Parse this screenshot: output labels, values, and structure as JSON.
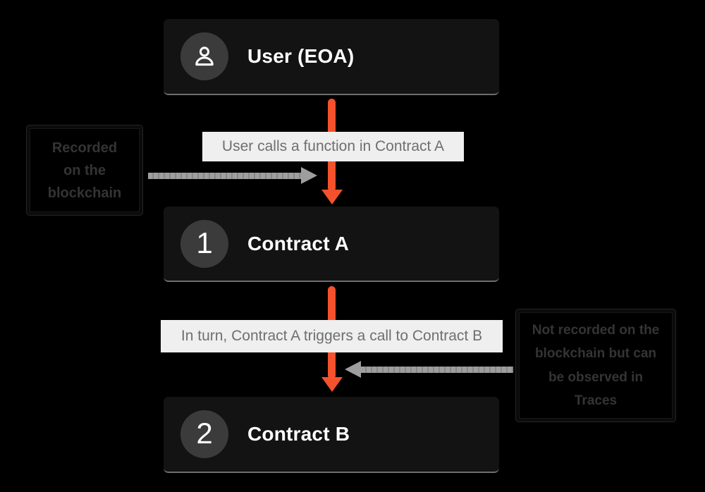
{
  "colors": {
    "page-bg": "#000000",
    "accent": "#F4512D",
    "arrow-gray": "#9E9E9E",
    "strip-bg": "#EFEFEF",
    "strip-text": "#6F6F6F",
    "node-bg": "#131313",
    "node-bottom-edge": "#6E6E6E",
    "node-circle": "#3B3B3B",
    "node-text": "#FFFFFF",
    "callout-text": "#343434",
    "callout-border": "#0B0B0B"
  },
  "nodes": [
    {
      "id": "user-eoa",
      "label": "User (EOA)",
      "icon": "user-icon"
    },
    {
      "id": "contract-a",
      "label": "Contract A",
      "badge": "1"
    },
    {
      "id": "contract-b",
      "label": "Contract B",
      "badge": "2"
    }
  ],
  "edges": [
    {
      "label": "User calls a function in Contract A"
    },
    {
      "label": "In turn, Contract A triggers a call to Contract B"
    }
  ],
  "callouts": [
    {
      "side": "left",
      "text": "Recorded\non the\nblockchain"
    },
    {
      "side": "right",
      "text": "Not recorded on the\nblockchain but can\nbe observed in\nTraces"
    }
  ]
}
